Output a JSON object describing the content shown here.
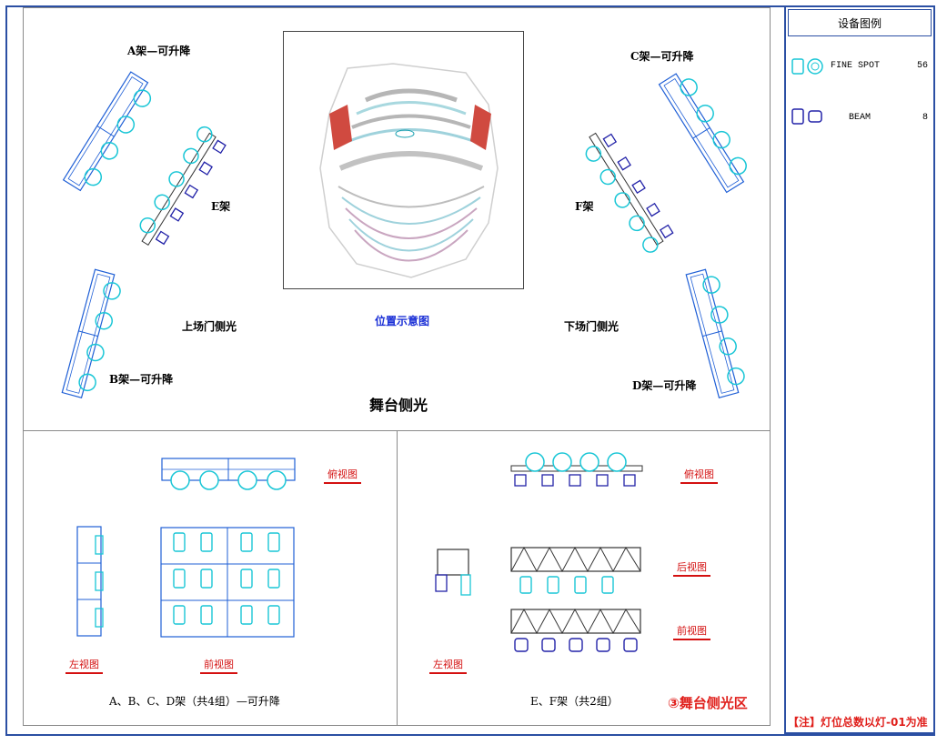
{
  "labels": {
    "a_truss": "A架—可升降",
    "c_truss": "C架—可升降",
    "e_truss": "E架",
    "f_truss": "F架",
    "upstage_left_side": "上场门侧光",
    "location_map": "位置示意图",
    "downstage_side": "下场门侧光",
    "b_truss": "B架—可升降",
    "d_truss": "D架—可升降",
    "section_title": "舞台侧光"
  },
  "views": {
    "top_view_1": "俯视图",
    "left_view_1": "左视图",
    "front_view_1": "前视图",
    "caption_abcd": "A、B、C、D架（共4组）—可升降",
    "top_view_2": "俯视图",
    "back_view_2": "后视图",
    "front_view_2": "前视图",
    "left_view_2": "左视图",
    "caption_ef": "E、F架（共2组）"
  },
  "zone_label": "③舞台侧光区",
  "legend": {
    "title": "设备图例",
    "items": [
      {
        "icon": "fine-spot-icon",
        "name": "FINE SPOT",
        "count": "56"
      },
      {
        "icon": "beam-icon",
        "name": "BEAM",
        "count": "8"
      }
    ]
  },
  "note": "【注】灯位总数以灯-01为准",
  "colors": {
    "truss": "#1f5fd6",
    "fixture_spot": "#19c6d6",
    "fixture_beam": "#2222a8",
    "annotation_red": "#d41010",
    "frame_blue": "#2b4fa3"
  }
}
